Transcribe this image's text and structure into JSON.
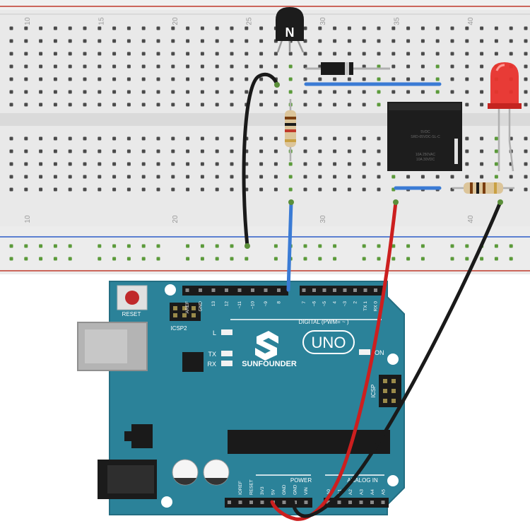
{
  "breadboard": {
    "column_numbers_top": [
      "10",
      "15",
      "20",
      "25",
      "30",
      "35",
      "40"
    ],
    "column_numbers_bottom": [
      "10",
      "20",
      "30",
      "40"
    ]
  },
  "transistor": {
    "label": "N"
  },
  "relay": {
    "text_lines": [
      "5VDC",
      "SRD-05VDC-SL-C",
      "10A 250VAC",
      "10A 30VDC"
    ]
  },
  "arduino": {
    "brand": "SUNFOUNDER",
    "model": "UNO",
    "reset_label": "RESET",
    "icsp2_label": "ICSP2",
    "icsp_label": "ICSP",
    "digital_label": "DIGITAL (PWM= ~ )",
    "power_label": "POWER",
    "analog_label": "ANALOG IN",
    "led_labels": {
      "l": "L",
      "tx": "TX",
      "rx": "RX",
      "on": "ON"
    },
    "digital_pins": [
      "AREF",
      "GND",
      "13",
      "12",
      "~11",
      "~10",
      "~9",
      "8",
      "7",
      "~6",
      "~5",
      "4",
      "~3",
      "2",
      "TX 1",
      "RX 0"
    ],
    "power_pins": [
      "IOREF",
      "RESET",
      "3V3",
      "5V",
      "GND",
      "GND",
      "VIN"
    ],
    "analog_pins": [
      "A0",
      "A1",
      "A2",
      "A3",
      "A4",
      "A5"
    ]
  },
  "colors": {
    "board_teal": "#2b8299",
    "breadboard": "#ebebeb",
    "rail_red": "#c0392b",
    "rail_blue": "#2c5cc8",
    "wire_blue": "#3a7bd5",
    "wire_red": "#cc1f1f",
    "wire_black": "#1a1a1a",
    "led_red": "#e8322c"
  }
}
